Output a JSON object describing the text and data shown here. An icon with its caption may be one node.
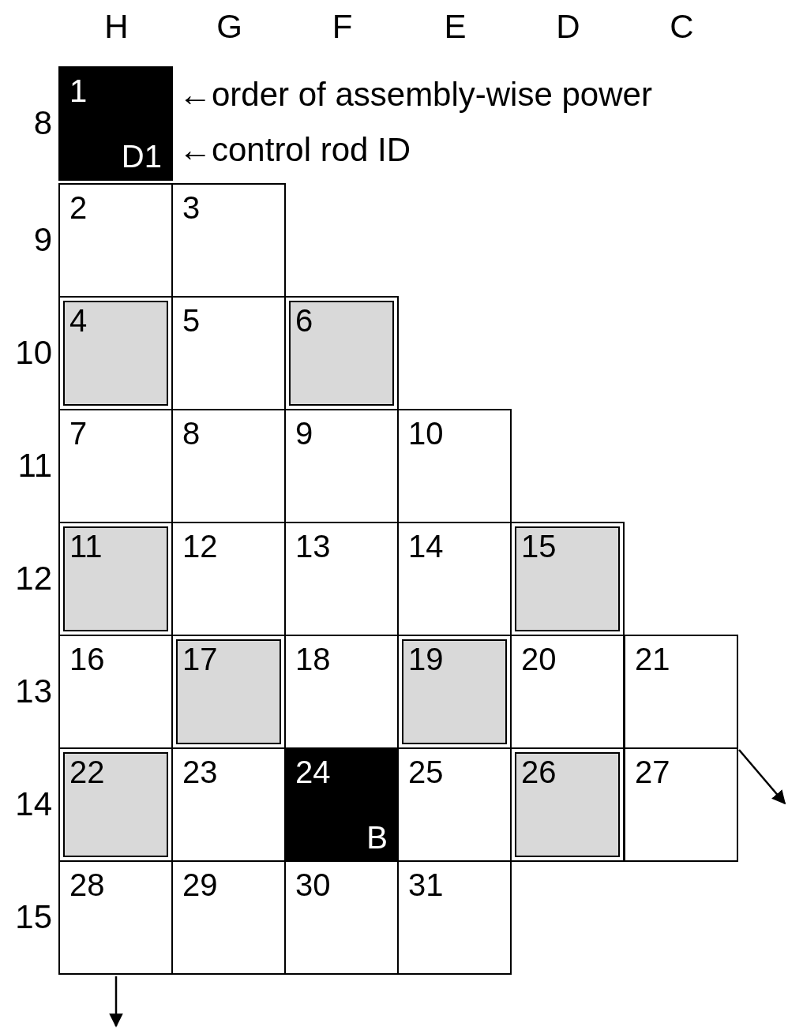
{
  "diagram": {
    "nodes": [
      {
        "text": [
          "1",
          "D1"
        ]
      },
      {
        "text": [
          "2"
        ]
      },
      {
        "text": [
          "3"
        ]
      },
      {
        "text": [
          "4"
        ]
      },
      {
        "text": [
          "5"
        ]
      },
      {
        "text": [
          "6"
        ]
      },
      {
        "text": [
          "7"
        ]
      },
      {
        "text": [
          "8"
        ]
      },
      {
        "text": [
          "9"
        ]
      },
      {
        "text": [
          "10"
        ]
      },
      {
        "text": [
          "11"
        ]
      },
      {
        "text": [
          "12"
        ]
      },
      {
        "text": [
          "13"
        ]
      },
      {
        "text": [
          "14"
        ]
      },
      {
        "text": [
          "15"
        ]
      },
      {
        "text": [
          "16"
        ]
      },
      {
        "text": [
          "17"
        ]
      },
      {
        "text": [
          "18"
        ]
      },
      {
        "text": [
          "19"
        ]
      },
      {
        "text": [
          "20"
        ]
      },
      {
        "text": [
          "21"
        ]
      },
      {
        "text": [
          "22"
        ]
      },
      {
        "text": [
          "23"
        ]
      },
      {
        "text": [
          "24",
          "B"
        ]
      },
      {
        "text": [
          "25"
        ]
      },
      {
        "text": [
          "26"
        ]
      },
      {
        "text": [
          "27"
        ]
      },
      {
        "text": [
          "28"
        ]
      },
      {
        "text": [
          "29"
        ]
      },
      {
        "text": [
          "30"
        ]
      },
      {
        "text": [
          "31"
        ]
      }
    ],
    "labels": [
      "H",
      "G",
      "F",
      "E",
      "D",
      "C",
      "←order of assembly-wise power",
      "←control rod ID",
      "8",
      "9",
      "10",
      "11",
      "12",
      "13",
      "14",
      "15"
    ]
  }
}
